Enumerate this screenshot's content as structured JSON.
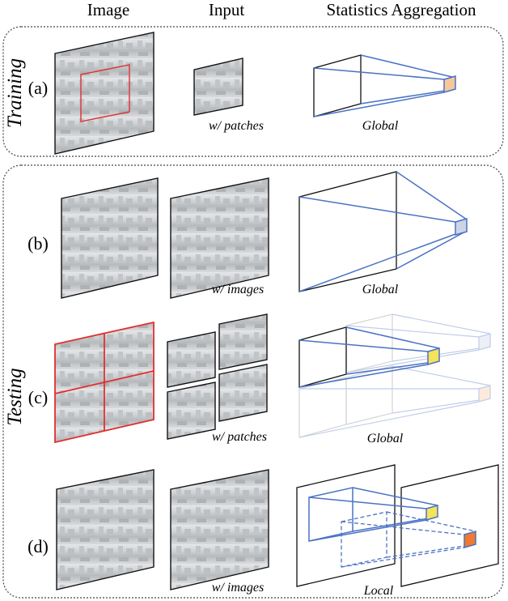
{
  "headers": {
    "image": "Image",
    "input": "Input",
    "stats": "Statistics Aggregation"
  },
  "groups": {
    "training": "Training",
    "testing": "Testing"
  },
  "rows": {
    "a": {
      "label": "(a)",
      "input_caption": "w/ patches",
      "stats_caption": "Global"
    },
    "b": {
      "label": "(b)",
      "input_caption": "w/ images",
      "stats_caption": "Global"
    },
    "c": {
      "label": "(c)",
      "input_caption": "w/ patches",
      "stats_caption": "Global"
    },
    "d": {
      "label": "(d)",
      "input_caption": "w/ images",
      "stats_caption": "Local"
    }
  },
  "colors": {
    "panel_border": "#444444",
    "frame": "#111111",
    "projection": "#4a72c4",
    "crop_box": "#e03030",
    "cell_orange_light": "#f7c79c",
    "cell_grey_blue": "#cdd4e6",
    "cell_yellow": "#f5e35a",
    "cell_orange": "#f07a2e"
  }
}
